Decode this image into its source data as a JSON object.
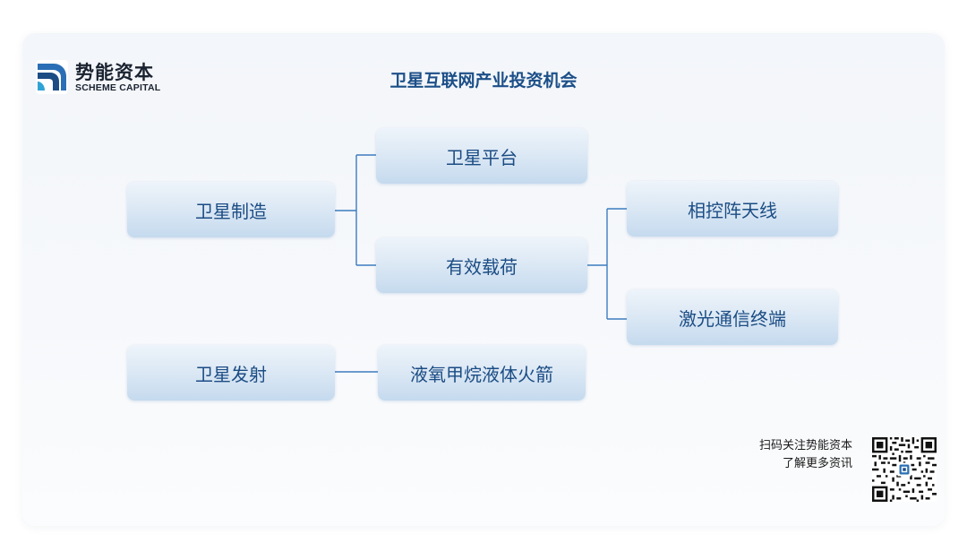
{
  "brand": {
    "name_cn": "势能资本",
    "name_en": "SCHEME CAPITAL",
    "logo_icon": "scheme-capital-logo-icon"
  },
  "title": "卫星互联网产业投资机会",
  "diagram": {
    "nodes": {
      "satellite_manufacturing": "卫星制造",
      "satellite_platform": "卫星平台",
      "payload": "有效载荷",
      "phased_array": "相控阵天线",
      "laser_terminal": "激光通信终端",
      "satellite_launch": "卫星发射",
      "methalox_rocket": "液氧甲烷液体火箭"
    },
    "edges": [
      [
        "satellite_manufacturing",
        "satellite_platform"
      ],
      [
        "satellite_manufacturing",
        "payload"
      ],
      [
        "payload",
        "phased_array"
      ],
      [
        "payload",
        "laser_terminal"
      ],
      [
        "satellite_launch",
        "methalox_rocket"
      ]
    ]
  },
  "footer": {
    "qr_line1": "扫码关注势能资本",
    "qr_line2": "了解更多资讯",
    "qr_icon": "qr-code-icon"
  },
  "colors": {
    "title": "#1c4f88",
    "node_text": "#1b4c84",
    "connector": "#3d7cc0",
    "node_fill_top": "#eef4fa",
    "node_fill_bottom": "#c5daee"
  }
}
